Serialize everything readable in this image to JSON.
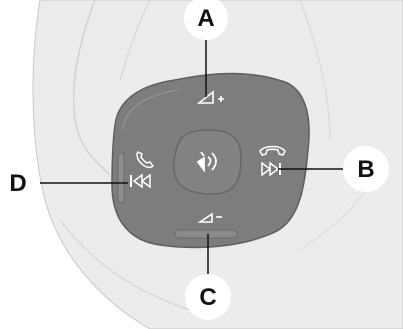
{
  "callouts": {
    "a": "A",
    "b": "B",
    "c": "C",
    "d": "D"
  },
  "icons": {
    "volume_up": "volume-up-icon",
    "volume_down": "volume-down-icon",
    "voice": "voice-command-icon",
    "phone_accept": "phone-accept-icon",
    "phone_end": "phone-end-icon",
    "seek_next": "seek-next-icon",
    "seek_previous": "seek-previous-icon"
  },
  "colors": {
    "control_panel": "#7d7d7d",
    "background_trim": "#e8e8e8",
    "callout_circle": "#ffffff",
    "callout_text": "#111111",
    "glyph": "#ffffff"
  }
}
